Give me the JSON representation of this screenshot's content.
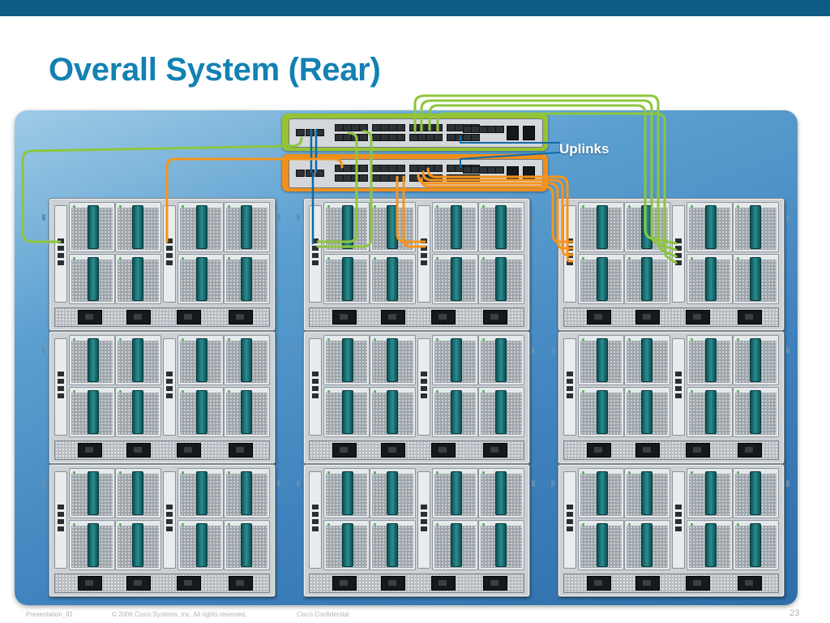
{
  "header": {
    "title": "Overall System (Rear)"
  },
  "diagram": {
    "callout": "Uplinks",
    "fabric_interconnects": [
      {
        "id": "fabric-a",
        "color": "#96c331"
      },
      {
        "id": "fabric-b",
        "color": "#f08f1c"
      }
    ],
    "chassis_grid": {
      "columns": 3,
      "rows": 3
    },
    "colors": {
      "green_cable": "#8dc63f",
      "orange_cable": "#f7941d",
      "blue_link": "#0f6aa8"
    }
  },
  "footer": {
    "presentation_id": "Presentation_ID",
    "copyright": "© 2006 Cisco Systems, Inc. All rights reserved.",
    "confidential": "Cisco Confidential",
    "page_number": "23"
  }
}
